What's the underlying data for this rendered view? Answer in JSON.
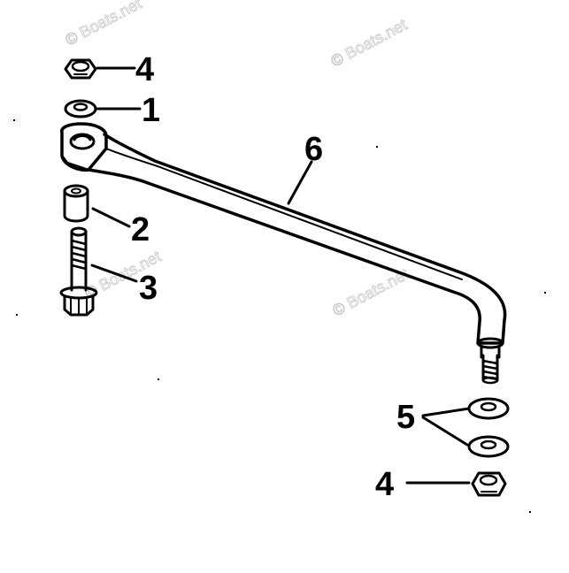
{
  "diagram": {
    "callouts": {
      "nut_top": "4",
      "washer_top": "1",
      "spacer": "2",
      "bolt": "3",
      "washers_bottom": "5",
      "nut_bottom": "4",
      "link_rod": "6"
    },
    "watermark": "© Boats.net",
    "colors": {
      "ink": "#000000",
      "paper": "#ffffff",
      "watermark": "#c8c8c8"
    }
  }
}
